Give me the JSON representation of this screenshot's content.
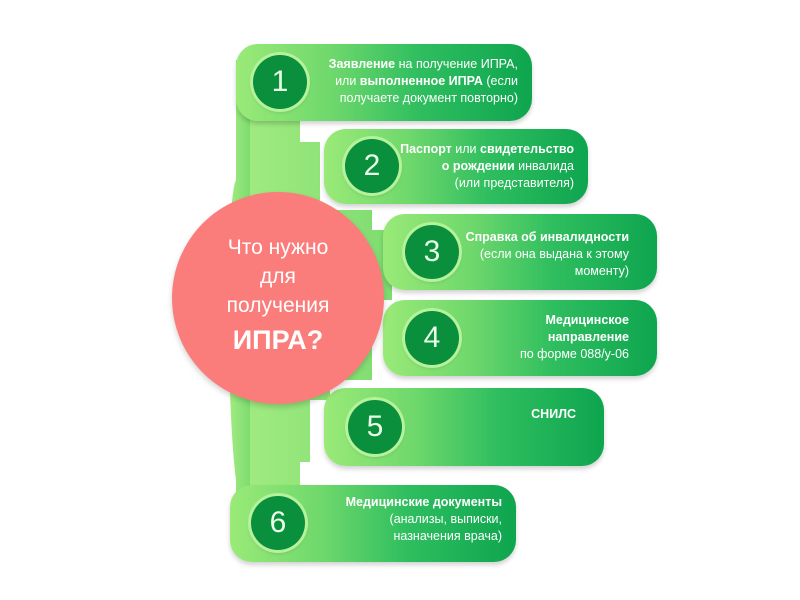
{
  "center": {
    "line1": "Что нужно",
    "line2": "для",
    "line3": "получения",
    "line4": "ИПРА?",
    "color": "#fb7d7b"
  },
  "colors": {
    "spine": "#8fe57a",
    "card_start": "#9aea78",
    "card_end": "#0ea54f",
    "badge": "#0a8f3c"
  },
  "items": [
    {
      "number": "1",
      "lines": [
        [
          {
            "t": "Заявление",
            "b": true
          },
          {
            "t": " на получение ИПРА,",
            "b": false
          }
        ],
        [
          {
            "t": "или ",
            "b": false
          },
          {
            "t": "выполненное ИПРА",
            "b": true
          },
          {
            "t": " (если",
            "b": false
          }
        ],
        [
          {
            "t": "получаете документ повторно)",
            "b": false
          }
        ]
      ]
    },
    {
      "number": "2",
      "lines": [
        [
          {
            "t": "Паспорт",
            "b": true
          },
          {
            "t": " или ",
            "b": false
          },
          {
            "t": "свидетельство",
            "b": true
          }
        ],
        [
          {
            "t": "о рождении",
            "b": true
          },
          {
            "t": " инвалида",
            "b": false
          }
        ],
        [
          {
            "t": "(или представителя)",
            "b": false
          }
        ]
      ]
    },
    {
      "number": "3",
      "lines": [
        [
          {
            "t": "Справка об инвалидности",
            "b": true
          }
        ],
        [
          {
            "t": "(если она выдана к этому",
            "b": false
          }
        ],
        [
          {
            "t": "моменту)",
            "b": false
          }
        ]
      ]
    },
    {
      "number": "4",
      "lines": [
        [
          {
            "t": "Медицинское",
            "b": true
          }
        ],
        [
          {
            "t": "направление",
            "b": true
          }
        ],
        [
          {
            "t": "по форме 088/у-06",
            "b": false
          }
        ]
      ]
    },
    {
      "number": "5",
      "lines": [
        [
          {
            "t": "СНИЛС",
            "b": true
          }
        ]
      ]
    },
    {
      "number": "6",
      "lines": [
        [
          {
            "t": "Медицинские документы",
            "b": true
          }
        ],
        [
          {
            "t": "(анализы, выписки,",
            "b": false
          }
        ],
        [
          {
            "t": "назначения врача)",
            "b": false
          }
        ]
      ]
    }
  ]
}
